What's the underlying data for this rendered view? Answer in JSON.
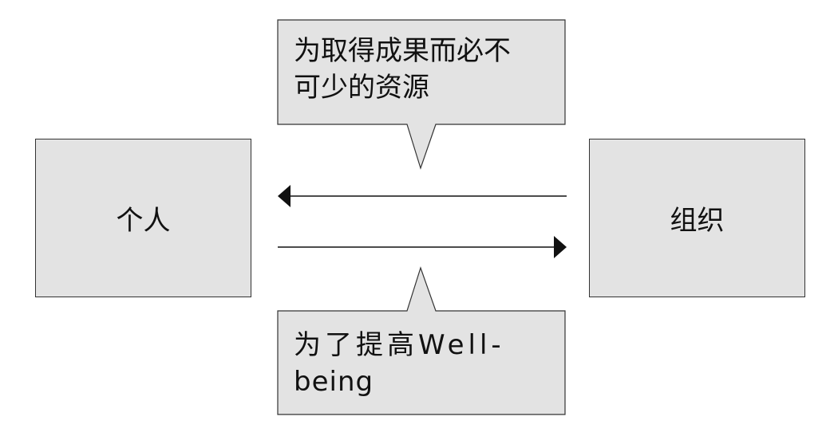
{
  "diagram": {
    "left_box": {
      "label": "个人"
    },
    "right_box": {
      "label": "组织"
    },
    "callout_top": {
      "line1": "为取得成果而必不",
      "line2": "可少的资源"
    },
    "callout_bottom": {
      "line1": "为了提高Well-",
      "line2": "being"
    },
    "arrows": [
      {
        "from": "组织",
        "to": "个人"
      },
      {
        "from": "个人",
        "to": "组织"
      }
    ],
    "colors": {
      "box_fill": "#e3e3e3",
      "stroke": "#333333",
      "arrow": "#111111"
    }
  }
}
